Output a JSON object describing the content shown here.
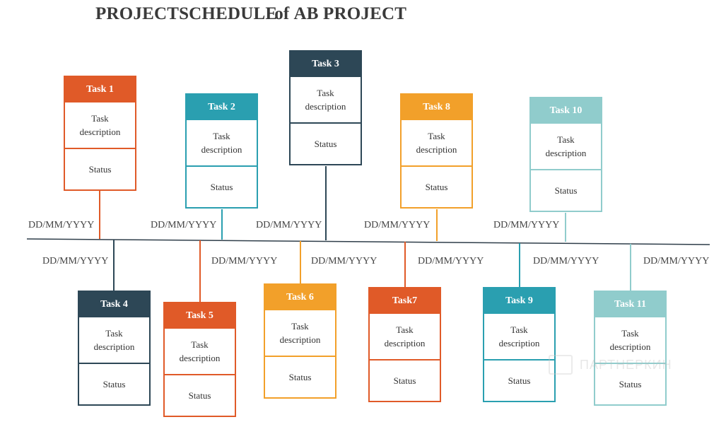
{
  "title": {
    "part1": "PROJECTSCHEDULE",
    "part2": "of",
    "part3": "AB PROJECT"
  },
  "colors": {
    "orange_red": "#e05a28",
    "teal": "#2a9fb0",
    "navy": "#2d4756",
    "amber": "#f2a02a",
    "light_teal": "#90cccc",
    "timeline": "#2f3e4a"
  },
  "tasks": [
    {
      "label": "Task 1",
      "description": [
        "Task",
        "description"
      ],
      "status": "Status",
      "date": "DD/MM/YYYY",
      "color": "#e05a28"
    },
    {
      "label": "Task 2",
      "description": [
        "Task",
        "description"
      ],
      "status": "Status",
      "date": "DD/MM/YYYY",
      "color": "#2a9fb0"
    },
    {
      "label": "Task 3",
      "description": [
        "Task",
        "description"
      ],
      "status": "Status",
      "date": "DD/MM/YYYY",
      "color": "#2d4756"
    },
    {
      "label": "Task 8",
      "description": [
        "Task",
        "description"
      ],
      "status": "Status",
      "date": "DD/MM/YYYY",
      "color": "#f2a02a"
    },
    {
      "label": "Task 10",
      "description": [
        "Task",
        "description"
      ],
      "status": "Status",
      "date": "DD/MM/YYYY",
      "color": "#90cccc"
    },
    {
      "label": "Task 4",
      "description": [
        "Task",
        "description"
      ],
      "status": "Status",
      "date": "DD/MM/YYYY",
      "color": "#2d4756"
    },
    {
      "label": "Task 5",
      "description": [
        "Task",
        "description"
      ],
      "status": "Status",
      "date": "DD/MM/YYYY",
      "color": "#e05a28"
    },
    {
      "label": "Task 6",
      "description": [
        "Task",
        "description"
      ],
      "status": "Status",
      "date": "DD/MM/YYYY",
      "color": "#f2a02a"
    },
    {
      "label": "Task7",
      "description": [
        "Task",
        "description"
      ],
      "status": "Status",
      "date": "DD/MM/YYYY",
      "color": "#e05a28"
    },
    {
      "label": "Task 9",
      "description": [
        "Task",
        "description"
      ],
      "status": "Status",
      "date": "DD/MM/YYYY",
      "color": "#2a9fb0"
    },
    {
      "label": "Task 11",
      "description": [
        "Task",
        "description"
      ],
      "status": "Status",
      "date": "DD/MM/YYYY",
      "color": "#90cccc"
    }
  ],
  "watermark": {
    "text": "ПАРТНЕРКИН",
    "icon": "chat-bubble-icon"
  }
}
